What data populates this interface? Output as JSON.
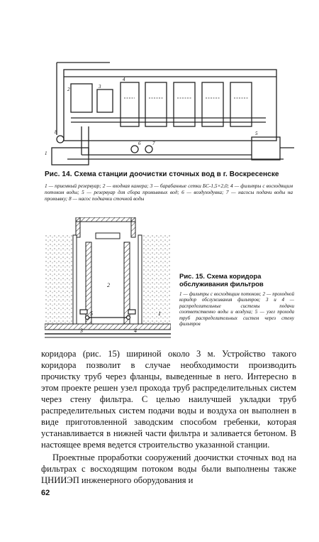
{
  "figure14": {
    "caption": "Рис. 14. Схема станции доочистки сточных вод в г. Воскресенске",
    "legend": "1 — приемный резервуар; 2 — входная камера; 3 — барабанные сетки БС-1,5×2,0; 4 — фильтры с восходящим потоком воды; 5 — резервуар для сбора промывных вод; 6 — воздуходувка; 7 — насосы подачи воды на промывку; 8 — насос подкачки сточной воды",
    "labels": [
      "1",
      "2",
      "3",
      "4",
      "5",
      "6",
      "7",
      "8"
    ]
  },
  "figure15": {
    "caption": "Рис. 15. Схема коридора обслуживания фильтров",
    "legend": "1 — фильтры с восходящим потоком; 2 — проходной коридор обслуживания фильтров; 3 и 4 — распределительные системы подачи соответственно воды и воздуха; 5 — узел прохода труб распределительных систем через стену фильтров",
    "labels": [
      "1",
      "2",
      "3",
      "4",
      "5"
    ]
  },
  "body": {
    "paragraph1": "коридора (рис. 15) шириной около 3 м. Устройство такого коридора позволит в случае необходимости производить прочистку труб через фланцы, выведенные в него. Интересно в этом проекте решен узел прохода труб распределительных систем через стену фильтра. С целью наилучшей укладки труб распределительных систем подачи воды и воздуха он выполнен в виде приготовленной заводским способом гребенки, которая устанавливается в нижней части фильтра и заливается бетоном. В настоящее время ведется строительство указанной станции.",
    "paragraph2": "Проектные проработки сооружений доочистки сточных вод на фильтрах с восходящим потоком воды были выполнены также ЦНИИЭП инженерного оборудования и"
  },
  "page_number": "62"
}
